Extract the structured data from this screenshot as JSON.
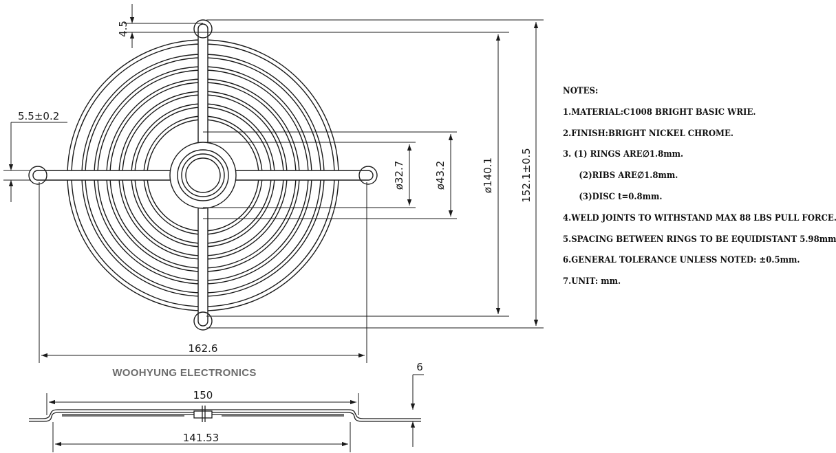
{
  "dimensions": {
    "top_offset": "4.5",
    "rib_width": "5.5±0.2",
    "disc_inner": "ø32.7",
    "disc_outer": "ø43.2",
    "ring_outer": "ø140.1",
    "overall_height": "152.1±0.5",
    "overall_width": "162.6",
    "side_depth": "6",
    "side_width": "150",
    "side_inner_width": "141.53"
  },
  "brand": "WOOHYUNG ELECTRONICS",
  "notes": {
    "title": "NOTES:",
    "lines": [
      "1.MATERIAL:C1008 BRIGHT BASIC WRIE.",
      "2.FINISH:BRIGHT NICKEL CHROME.",
      "3. (1) RINGS ARE∅1.8mm.",
      "(2)RIBS ARE∅1.8mm.",
      "(3)DISC t=0.8mm.",
      "4.WELD JOINTS TO WITHSTAND MAX 88 LBS PULL FORCE.",
      "5.SPACING BETWEEN RINGS TO BE EQUIDISTANT 5.98mm.",
      "6.GENERAL TOLERANCE UNLESS NOTED: ±0.5mm.",
      "7.UNIT: mm."
    ]
  },
  "colors": {
    "line": "#1a1a1a",
    "brand": "#6b6b6b"
  }
}
